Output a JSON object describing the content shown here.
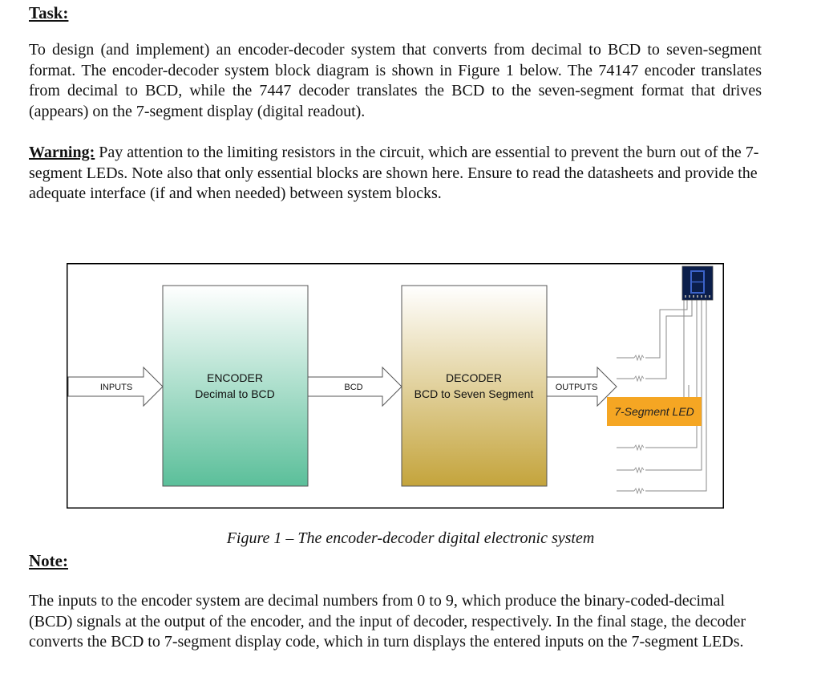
{
  "task": {
    "heading": "Task:",
    "paragraph": "To design (and implement) an encoder-decoder system that converts from decimal to BCD to seven-segment format. The encoder-decoder system block diagram is shown in Figure 1 below. The 74147 encoder translates from decimal to BCD, while the 7447 decoder translates the BCD to the seven-segment format that drives (appears) on the 7-segment display (digital readout)."
  },
  "warning": {
    "label": "Warning:",
    "text": " Pay attention to the limiting resistors in the circuit, which are essential to prevent the burn out of the 7-segment LEDs. Note also that only essential blocks are shown here. Ensure to read the datasheets and provide the adequate interface (if and when needed) between system blocks."
  },
  "figure": {
    "inputs_label": "INPUTS",
    "encoder_title": "ENCODER",
    "encoder_subtitle": "Decimal to BCD",
    "bcd_label": "BCD",
    "decoder_title": "DECODER",
    "decoder_subtitle": "BCD to Seven Segment",
    "outputs_label": "OUTPUTS",
    "led_label": "7-Segment LED",
    "caption": "Figure 1 – The encoder-decoder digital electronic system",
    "colors": {
      "encoder_top": "#ffffff",
      "encoder_bottom": "#5bbf9a",
      "decoder_top": "#ffffff",
      "decoder_bottom": "#c4a43c",
      "led_box": "#f5a623",
      "display_bg": "#0b1e4a",
      "wire": "#8a8a8a"
    }
  },
  "note": {
    "heading": "Note:",
    "paragraph": "The inputs to the encoder system are decimal numbers from 0 to 9, which produce the binary-coded-decimal (BCD) signals at the output of the encoder, and the input of decoder, respectively. In the final stage, the decoder converts the BCD to 7-segment display code, which in turn displays the entered inputs on the 7-segment LEDs."
  }
}
